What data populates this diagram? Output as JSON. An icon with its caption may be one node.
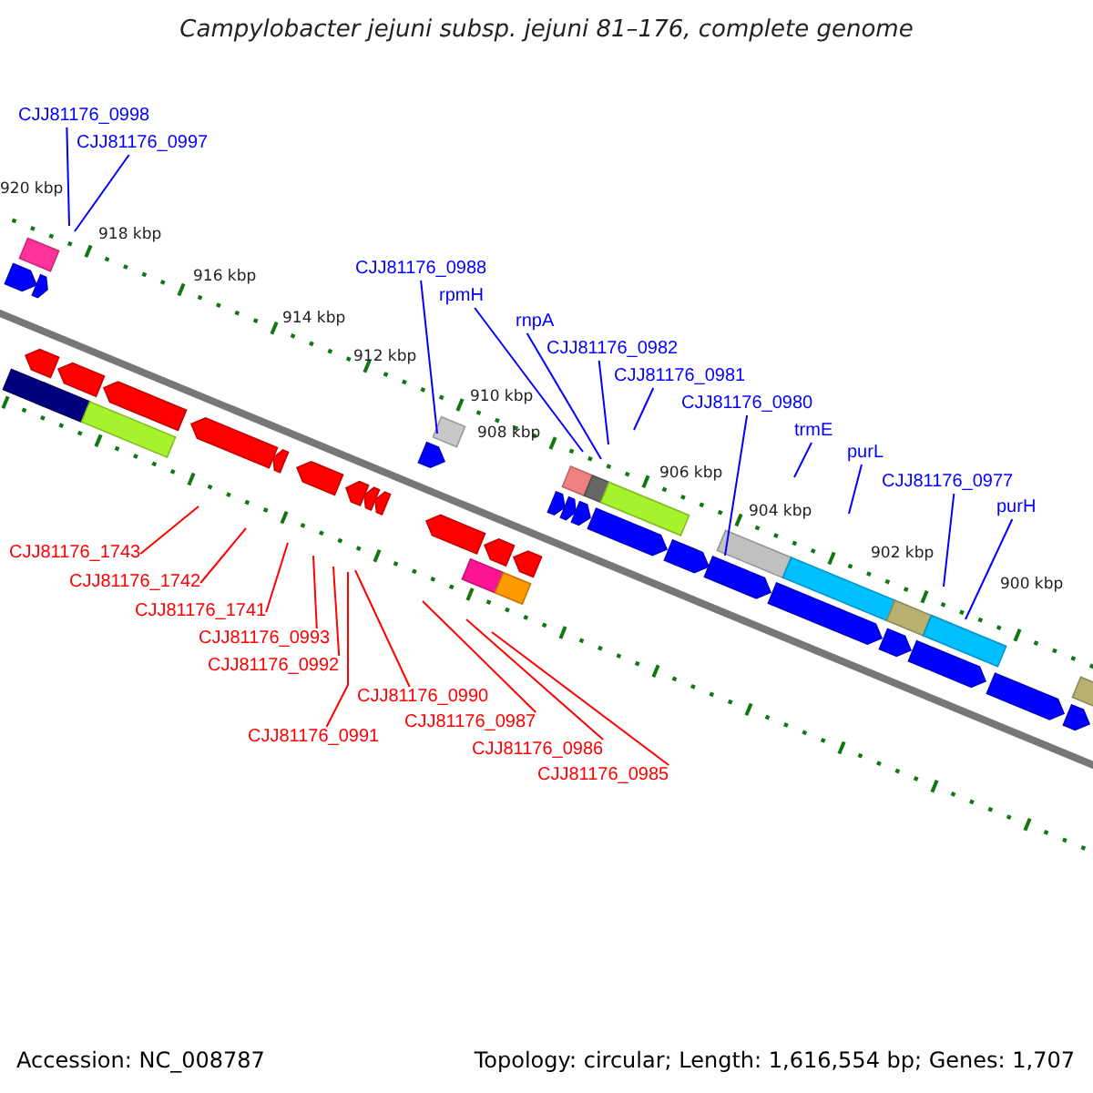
{
  "diagram": {
    "title": "Campylobacter jejuni subsp. jejuni 81–176, complete genome",
    "nodes": [
      {
        "text": [
          "CJJ81176_0998"
        ]
      },
      {
        "text": [
          "CJJ81176_0997"
        ]
      },
      {
        "text": [
          "CJJ81176_0988"
        ]
      },
      {
        "text": [
          "rpmH"
        ]
      },
      {
        "text": [
          "rnpA"
        ]
      },
      {
        "text": [
          "CJJ81176_0982"
        ]
      },
      {
        "text": [
          "CJJ81176_0981"
        ]
      },
      {
        "text": [
          "CJJ81176_0980"
        ]
      },
      {
        "text": [
          "trmE"
        ]
      },
      {
        "text": [
          "purL"
        ]
      },
      {
        "text": [
          "CJJ81176_0977"
        ]
      },
      {
        "text": [
          "purH"
        ]
      },
      {
        "text": [
          "CJJ81176_1743"
        ]
      },
      {
        "text": [
          "CJJ81176_1742"
        ]
      },
      {
        "text": [
          "CJJ81176_1741"
        ]
      },
      {
        "text": [
          "CJJ81176_0993"
        ]
      },
      {
        "text": [
          "CJJ81176_0992"
        ]
      },
      {
        "text": [
          "CJJ81176_0990"
        ]
      },
      {
        "text": [
          "CJJ81176_0991"
        ]
      },
      {
        "text": [
          "CJJ81176_0987"
        ]
      },
      {
        "text": [
          "CJJ81176_0986"
        ]
      },
      {
        "text": [
          "CJJ81176_0985"
        ]
      }
    ],
    "edges": [
      {
        "from": 0,
        "to": null,
        "arrow": "none"
      },
      {
        "from": 1,
        "to": null,
        "arrow": "none"
      },
      {
        "from": 2,
        "to": null,
        "arrow": "none"
      },
      {
        "from": 3,
        "to": null,
        "arrow": "none"
      },
      {
        "from": 4,
        "to": null,
        "arrow": "none"
      },
      {
        "from": 5,
        "to": null,
        "arrow": "none"
      },
      {
        "from": 6,
        "to": null,
        "arrow": "none"
      },
      {
        "from": 7,
        "to": null,
        "arrow": "none"
      },
      {
        "from": 8,
        "to": null,
        "arrow": "none"
      },
      {
        "from": 9,
        "to": null,
        "arrow": "none"
      },
      {
        "from": 10,
        "to": null,
        "arrow": "none"
      },
      {
        "from": 11,
        "to": null,
        "arrow": "none"
      },
      {
        "from": 12,
        "to": null,
        "arrow": "none",
        "color": "#ff0000"
      },
      {
        "from": 13,
        "to": null,
        "arrow": "none",
        "color": "#ff0000"
      },
      {
        "from": 14,
        "to": null,
        "arrow": "none",
        "color": "#ff0000"
      },
      {
        "from": 15,
        "to": null,
        "arrow": "none",
        "color": "#ff0000"
      },
      {
        "from": 16,
        "to": null,
        "arrow": "none",
        "color": "#ff0000"
      },
      {
        "from": 17,
        "to": null,
        "arrow": "none",
        "color": "#ff0000"
      },
      {
        "from": 18,
        "to": null,
        "arrow": "none",
        "color": "#ff0000"
      },
      {
        "from": 19,
        "to": null,
        "arrow": "none",
        "color": "#ff0000"
      },
      {
        "from": 20,
        "to": null,
        "arrow": "none",
        "color": "#ff0000"
      },
      {
        "from": 21,
        "to": null,
        "arrow": "none",
        "color": "#ff0000"
      }
    ],
    "labels": [
      "920 kbp",
      "918 kbp",
      "916 kbp",
      "914 kbp",
      "912 kbp",
      "910 kbp",
      "908 kbp",
      "906 kbp",
      "904 kbp",
      "902 kbp",
      "900 kbp",
      "Accession: NC_008787",
      "Topology: circular; Length: 1,616,554 bp; Genes: 1,707"
    ]
  }
}
